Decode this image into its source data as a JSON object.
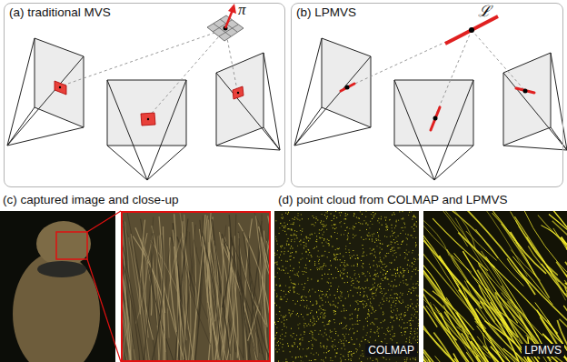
{
  "diagram": {
    "nodes": [
      {
        "text": [
          "(a) traditional MVS"
        ]
      },
      {
        "text": [
          "(b) LPMVS"
        ]
      }
    ],
    "labels": [
      "π",
      "ℒ",
      "(c) captured image and close-up",
      "(d) point cloud from COLMAP and LPMVS",
      "COLMAP",
      "LPMVS"
    ]
  }
}
